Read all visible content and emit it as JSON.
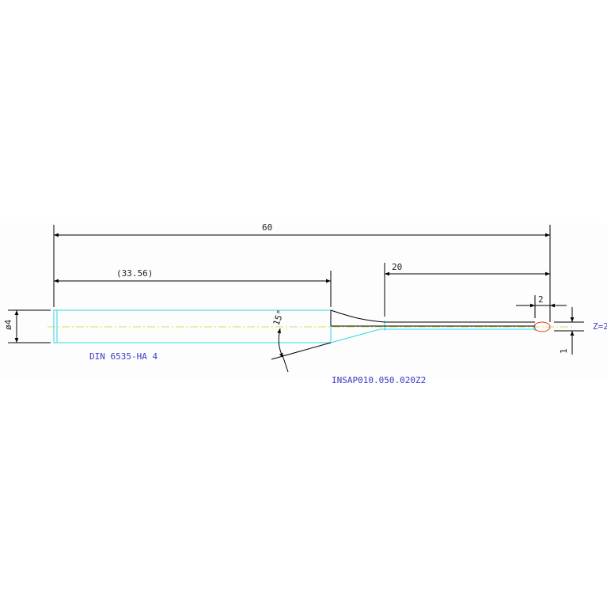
{
  "colors": {
    "outline": "#2fd6e6",
    "dimension": "#000000",
    "centerline": "#d8e05a",
    "note": "#3a3acb",
    "tip_marker": "#e23a2a"
  },
  "dimensions": {
    "overall_length": "60",
    "shank_length": "(33.56)",
    "neck_length": "20",
    "tip_length": "2",
    "diameter": "ø4",
    "taper_angle": "15°",
    "tip_offset": "1"
  },
  "notes": {
    "shank_standard": "DIN 6535-HA 4",
    "part_number": "INSAP010.050.020Z2",
    "flutes": "Z=2"
  }
}
